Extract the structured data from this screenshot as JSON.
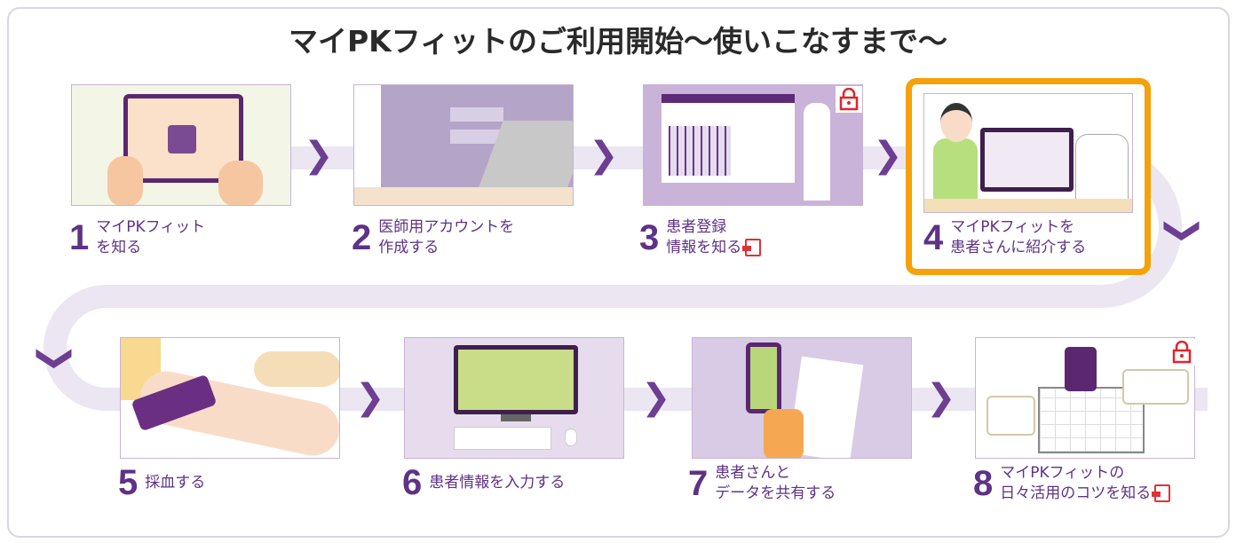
{
  "title": "マイPKフィットのご利用開始〜使いこなすまで〜",
  "steps": [
    {
      "num": "1",
      "line1": "マイPKフィット",
      "line2": "を知る",
      "locked": false,
      "pdf": false
    },
    {
      "num": "2",
      "line1": "医師用アカウントを",
      "line2": "作成する",
      "locked": false,
      "pdf": false
    },
    {
      "num": "3",
      "line1": "患者登録",
      "line2": "情報を知る",
      "locked": true,
      "pdf": true
    },
    {
      "num": "4",
      "line1": "マイPKフィットを",
      "line2": "患者さんに紹介する",
      "locked": false,
      "pdf": false,
      "highlighted": true
    },
    {
      "num": "5",
      "line1": "採血する",
      "line2": "",
      "locked": false,
      "pdf": false
    },
    {
      "num": "6",
      "line1": "患者情報を入力する",
      "line2": "",
      "locked": false,
      "pdf": false
    },
    {
      "num": "7",
      "line1": "患者さんと",
      "line2": "データを共有する",
      "locked": false,
      "pdf": false
    },
    {
      "num": "8",
      "line1": "マイPKフィットの",
      "line2": "日々活用のコツを知る",
      "locked": true,
      "pdf": true
    }
  ],
  "colors": {
    "accent": "#5e3286",
    "highlight": "#f5a10a",
    "track": "#ebe6f1",
    "lock": "#e0262b"
  }
}
